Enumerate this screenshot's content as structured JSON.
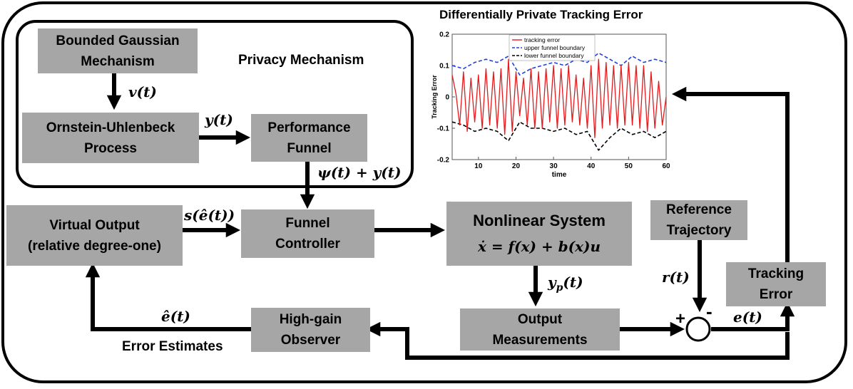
{
  "diagram": {
    "privacy_label": "Privacy Mechanism",
    "blocks": {
      "bgm": [
        "Bounded Gaussian",
        "Mechanism"
      ],
      "ou": [
        "Ornstein-Uhlenbeck",
        "Process"
      ],
      "funnel": [
        "Performance",
        "Funnel"
      ],
      "virtual": [
        "Virtual Output",
        "(relative degree-one)"
      ],
      "controller": [
        "Funnel",
        "Controller"
      ],
      "nonlinear_title": "Nonlinear System",
      "nonlinear_eq": "ẋ = f(x) + b(x)u",
      "reference": [
        "Reference",
        "Trajectory"
      ],
      "tracking": [
        "Tracking",
        "Error"
      ],
      "observer": [
        "High-gain",
        "Observer"
      ],
      "output": [
        "Output",
        "Measurements"
      ]
    },
    "signals": {
      "v": "v(t)",
      "y": "y(t)",
      "psi": "ψ(t) + y(t)",
      "s": "s(ê(t))",
      "yp_base": "y",
      "yp_sub": "p",
      "yp_rest": "(t)",
      "r": "r(t)",
      "e": "e(t)",
      "ehat": "ê(t)",
      "plus": "+",
      "minus": "-"
    },
    "error_estimates_label": "Error Estimates"
  },
  "chart_data": {
    "type": "line",
    "title": "Differentially Private Tracking Error",
    "xlabel": "time",
    "ylabel": "Tracking Error",
    "xlim": [
      3,
      60
    ],
    "ylim": [
      -0.2,
      0.2
    ],
    "xticks": [
      10,
      20,
      30,
      40,
      50,
      60
    ],
    "yticks": [
      0.2,
      0.1,
      0,
      -0.1,
      -0.2
    ],
    "ytick_labels": [
      "0.2",
      "0.1",
      "0",
      "-0.1",
      "-0.2"
    ],
    "legend_position": "top-center",
    "series": [
      {
        "name": "tracking error",
        "style": "solid",
        "color": "#e41a1c",
        "x": [
          3,
          4,
          5,
          6,
          7,
          8,
          9,
          10,
          11,
          12,
          13,
          14,
          15,
          16,
          17,
          18,
          19,
          20,
          21,
          22,
          23,
          24,
          25,
          26,
          27,
          28,
          29,
          30,
          31,
          32,
          33,
          34,
          35,
          36,
          37,
          38,
          39,
          40,
          41,
          42,
          43,
          44,
          45,
          46,
          47,
          48,
          49,
          50,
          51,
          52,
          53,
          54,
          55,
          56,
          57,
          58,
          59,
          60
        ],
        "y": [
          0.07,
          0.01,
          -0.09,
          0.08,
          -0.11,
          0.06,
          -0.08,
          0.07,
          -0.1,
          0.09,
          -0.09,
          0.08,
          -0.1,
          0.09,
          -0.12,
          0.12,
          -0.11,
          0.08,
          -0.06,
          0.06,
          -0.09,
          0.09,
          -0.1,
          0.08,
          -0.1,
          0.09,
          -0.08,
          0.1,
          -0.1,
          0.09,
          -0.09,
          0.1,
          -0.08,
          0.07,
          -0.09,
          0.06,
          -0.1,
          0.1,
          -0.13,
          0.12,
          -0.1,
          0.11,
          -0.09,
          0.1,
          -0.1,
          0.1,
          -0.09,
          0.11,
          -0.09,
          0.1,
          -0.1,
          0.1,
          -0.11,
          0.08,
          -0.1,
          0.05,
          -0.09,
          0.0
        ]
      },
      {
        "name": "upper funnel boundary",
        "style": "dashed",
        "color": "#1f3fe0",
        "x": [
          3,
          6,
          9,
          12,
          15,
          18,
          21,
          24,
          27,
          30,
          33,
          36,
          39,
          42,
          45,
          48,
          51,
          54,
          57,
          60
        ],
        "y": [
          0.1,
          0.09,
          0.11,
          0.12,
          0.11,
          0.13,
          0.07,
          0.09,
          0.1,
          0.11,
          0.1,
          0.12,
          0.11,
          0.14,
          0.12,
          0.1,
          0.13,
          0.11,
          0.12,
          0.11
        ]
      },
      {
        "name": "lower funnel boundary",
        "style": "dashed",
        "color": "#000000",
        "x": [
          3,
          6,
          9,
          12,
          15,
          18,
          21,
          24,
          27,
          30,
          33,
          36,
          39,
          42,
          45,
          48,
          51,
          54,
          57,
          60
        ],
        "y": [
          -0.08,
          -0.09,
          -0.11,
          -0.1,
          -0.11,
          -0.14,
          -0.08,
          -0.1,
          -0.1,
          -0.11,
          -0.1,
          -0.12,
          -0.11,
          -0.17,
          -0.13,
          -0.1,
          -0.12,
          -0.11,
          -0.13,
          -0.11
        ]
      }
    ]
  }
}
